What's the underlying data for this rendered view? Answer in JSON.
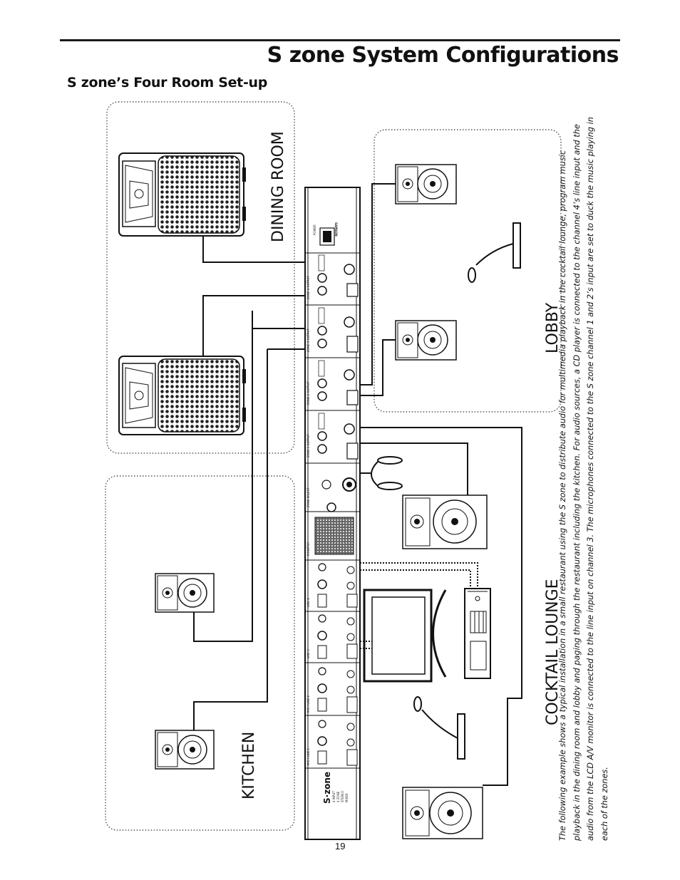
{
  "page": {
    "title": "S zone System Configurations",
    "subtitle": "S zone’s Four Room Set-up",
    "page_number": "19"
  },
  "rooms": {
    "dining": "DINING ROOM",
    "kitchen": "KITCHEN",
    "lobby": "LOBBY",
    "cocktail": "COCKTAIL LOUNGE"
  },
  "mixer": {
    "brand": "SAMSON",
    "model": "S·zone",
    "model_desc_1": "4 INPUT",
    "model_desc_2": "4 ZONE",
    "model_desc_3": "STEREO",
    "model_desc_4": "MIXER",
    "power": "POWER",
    "sections": [
      "ZONE 4 OUTPUT",
      "ZONE 3 OUTPUT",
      "ZONE 2 OUTPUT",
      "ZONE 1 OUTPUT",
      "ZONE SELECT",
      "MONITOR",
      "LINE 4",
      "LINE 3",
      "MIC / LINE 2",
      "MIC / LINE 1"
    ]
  },
  "caption": "The following example shows a typical installation in a small restaurant using the S zone to distribute audio for multimedia playback in the cocktail lounge, program music playback in the dining room and lobby and paging through the restaurant including the kitchen. For audio sources, a CD player is connected to the channel 4’s line input and the audio from the LCD A/V monitor is connected to the line input on channel 3. The microphones connected to the S zone channel 1 and 2’s input are set to duck the music playing in each of the zones."
}
